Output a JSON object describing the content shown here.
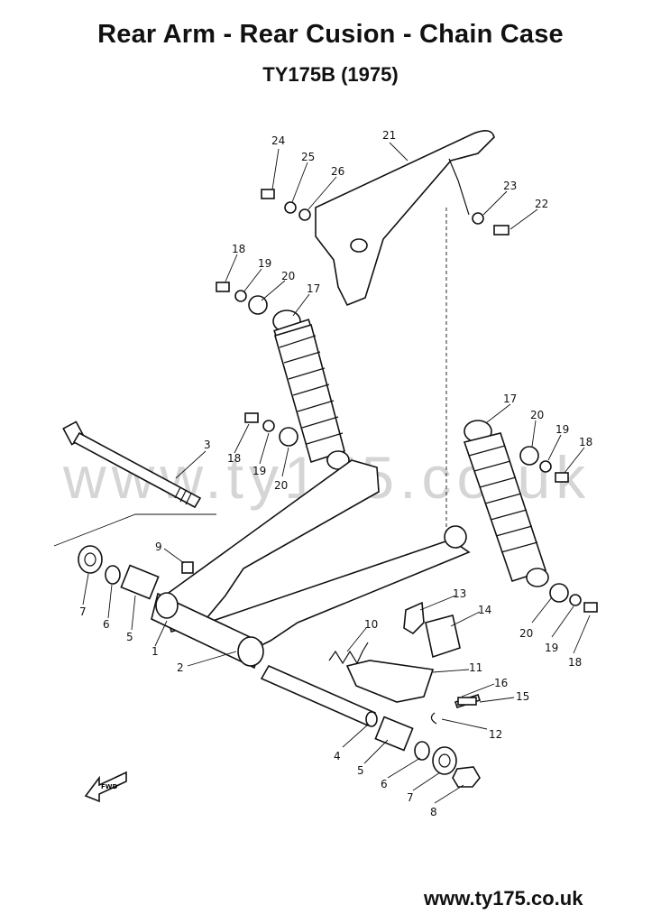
{
  "title": "Rear Arm - Rear Cusion - Chain Case",
  "subtitle": "TY175B (1975)",
  "watermark": "www.ty175.co.uk",
  "footer": "www.ty175.co.uk",
  "fwd_label": "FWD",
  "callouts": {
    "c24": "24",
    "c25": "25",
    "c26": "26",
    "c21": "21",
    "c23": "23",
    "c22": "22",
    "c18a": "18",
    "c19a": "19",
    "c20a": "20",
    "c17a": "17",
    "c17b": "17",
    "c20b": "20",
    "c19b": "19",
    "c18b": "18",
    "c3": "3",
    "c18c": "18",
    "c19c": "19",
    "c20c": "20",
    "c9": "9",
    "c7a": "7",
    "c6a": "6",
    "c5a": "5",
    "c1": "1",
    "c2": "2",
    "c13": "13",
    "c14": "14",
    "c10": "10",
    "c11": "11",
    "c16": "16",
    "c15": "15",
    "c12": "12",
    "c20d": "20",
    "c19d": "19",
    "c18d": "18",
    "c4": "4",
    "c5b": "5",
    "c6b": "6",
    "c7b": "7",
    "c8": "8"
  }
}
